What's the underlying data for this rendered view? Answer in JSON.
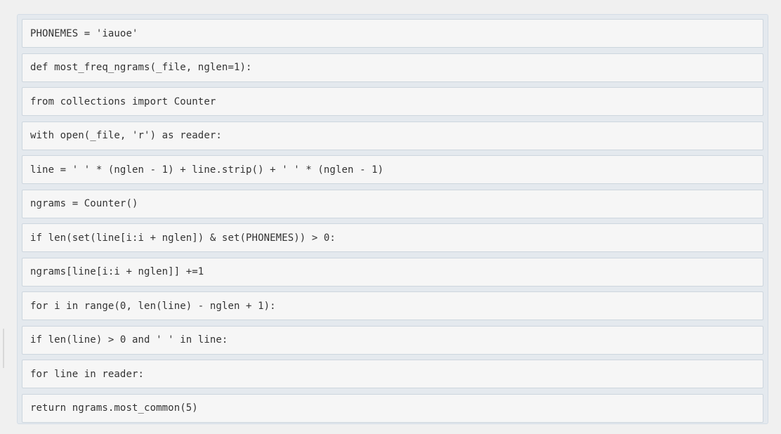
{
  "code_lines": [
    "PHONEMES = 'iauoe'",
    "def most_freq_ngrams(_file, nglen=1):",
    "from collections import Counter",
    "with open(_file, 'r') as reader:",
    "line = ' ' * (nglen - 1) + line.strip() + ' ' * (nglen - 1)",
    "ngrams = Counter()",
    "if len(set(line[i:i + nglen]) & set(PHONEMES)) > 0:",
    "ngrams[line[i:i + nglen]] +=1",
    "for i in range(0, len(line) - nglen + 1):",
    "if len(line) > 0 and ' ' in line:",
    "for line in reader:",
    "return ngrams.most_common(5)"
  ]
}
